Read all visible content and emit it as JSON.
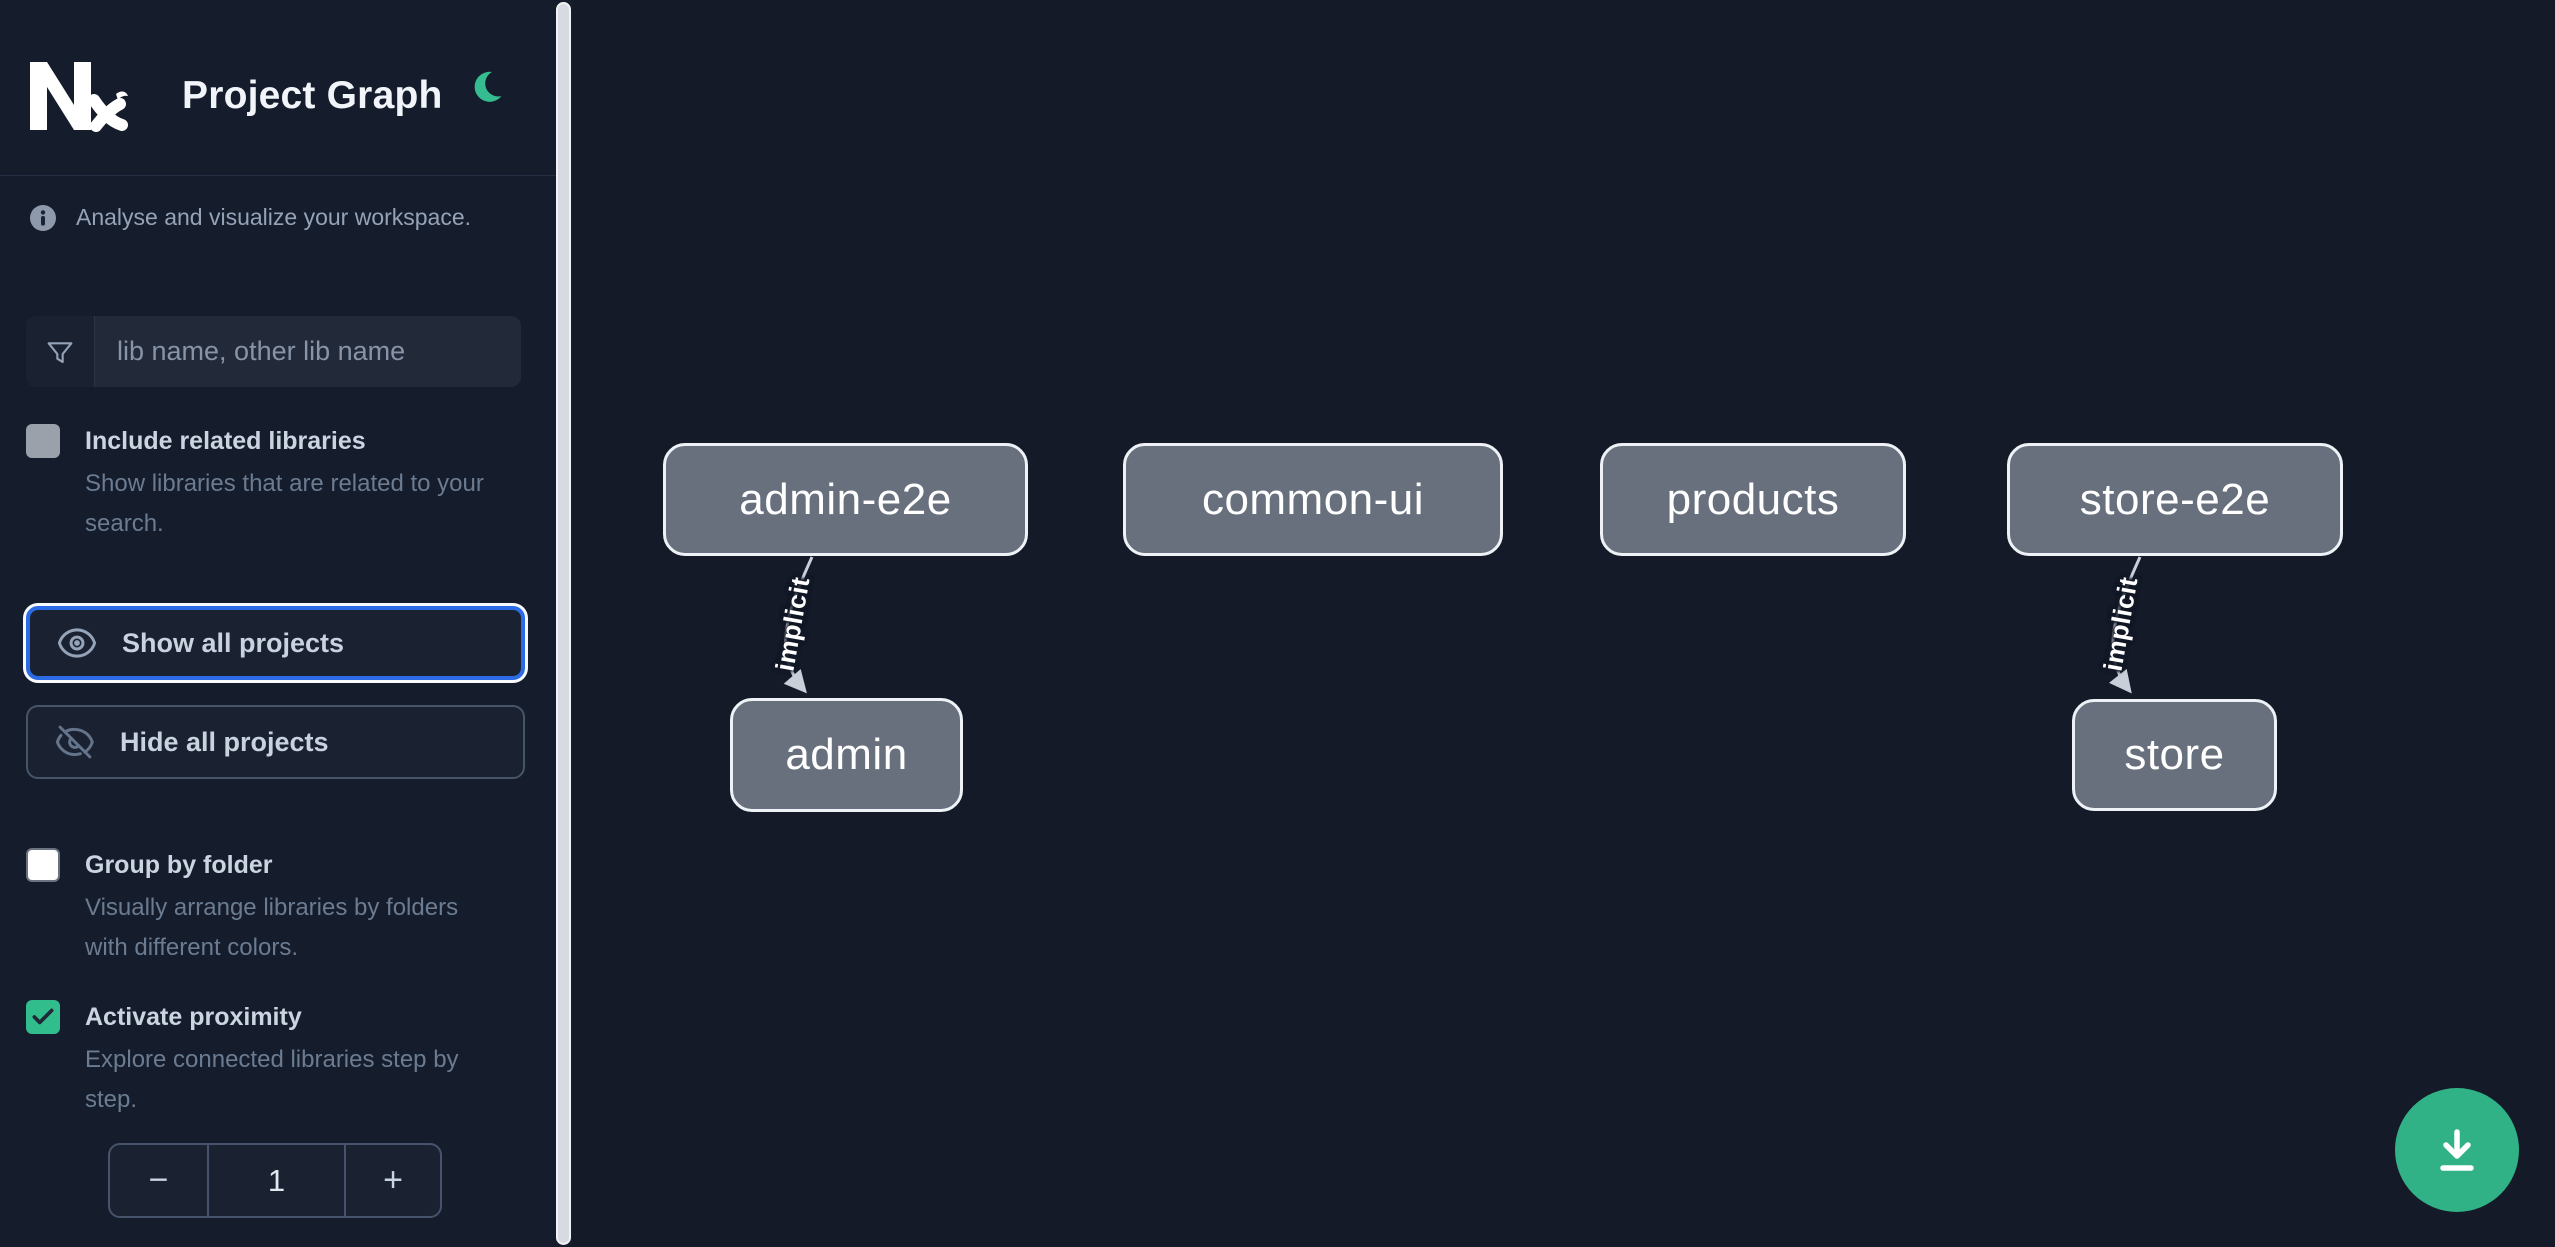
{
  "header": {
    "app_title": "Project Graph",
    "logo_text": "Nx",
    "theme_icon": "moon"
  },
  "sidebar": {
    "tagline": "Analyse and visualize your workspace.",
    "search": {
      "placeholder": "lib name, other lib name",
      "icon": "funnel"
    },
    "toggles": [
      {
        "label": "Include related libraries",
        "description": "Show libraries that are related to your search.",
        "checked": false
      },
      {
        "label": "Group by folder",
        "description": "Visually arrange libraries by folders with different colors.",
        "checked": false
      },
      {
        "label": "Activate proximity",
        "description": "Explore connected libraries step by step.",
        "checked": true
      }
    ],
    "actions": {
      "show_all": "Show all projects",
      "hide_all": "Hide all projects"
    },
    "proximity_stepper": {
      "decrement": "−",
      "value": "1",
      "increment": "+"
    }
  },
  "graph": {
    "nodes": [
      {
        "label": "admin-e2e"
      },
      {
        "label": "common-ui"
      },
      {
        "label": "products"
      },
      {
        "label": "store-e2e"
      },
      {
        "label": "admin"
      },
      {
        "label": "store"
      }
    ],
    "edges": [
      {
        "from": "admin-e2e",
        "to": "admin",
        "label": "implicit"
      },
      {
        "from": "store-e2e",
        "to": "store",
        "label": "implicit"
      }
    ]
  },
  "fab": {
    "icon": "download"
  },
  "colors": {
    "accent_green": "#31bd8c",
    "focus_blue": "#2c6ae6",
    "node_fill": "#68707e",
    "node_border": "#eef2f6",
    "canvas_bg": "#141a28",
    "edge": "#c9cfd8"
  }
}
